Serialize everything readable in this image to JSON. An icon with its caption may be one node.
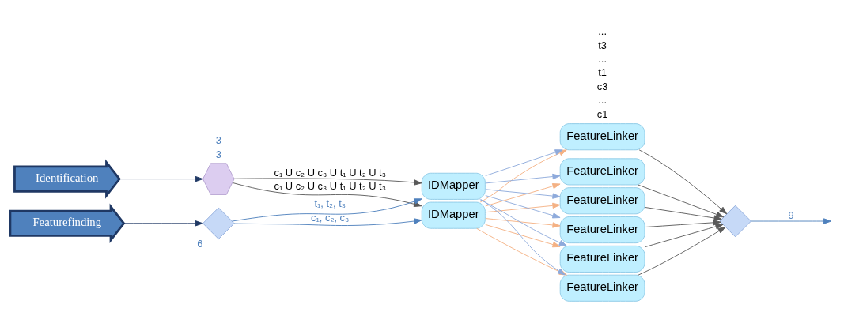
{
  "diagram": {
    "nodes": [
      {
        "text": [
          "Identification"
        ]
      },
      {
        "text": [
          "Featurefinding"
        ]
      },
      {
        "text": [],
        "shape": "hexagon"
      },
      {
        "text": [],
        "shape": "diamond",
        "beside": [
          "6"
        ]
      },
      {
        "text": [
          "IDMapper"
        ]
      },
      {
        "text": [
          "IDMapper"
        ]
      },
      {
        "text": [
          "FeatureLinker"
        ]
      },
      {
        "text": [
          "FeatureLinker"
        ]
      },
      {
        "text": [
          "FeatureLinker"
        ]
      },
      {
        "text": [
          "FeatureLinker"
        ]
      },
      {
        "text": [
          "FeatureLinker"
        ]
      },
      {
        "text": [
          "FeatureLinker"
        ]
      },
      {
        "text": [],
        "shape": "diamond"
      }
    ],
    "edges": [
      {
        "from": 0,
        "to": 2,
        "arrow": "to",
        "color": "#1f3864"
      },
      {
        "from": 1,
        "to": 3,
        "arrow": "to",
        "color": "#1f3864"
      },
      {
        "from": 2,
        "to": 4,
        "arrow": "to",
        "label": "c₁ U c₂ U c₃ U t₁ U t₂ U t₃"
      },
      {
        "from": 2,
        "to": 5,
        "arrow": "to",
        "label": "c₁ U c₂ U c₃ U t₁ U t₂ U t₃"
      },
      {
        "from": 3,
        "to": 4,
        "arrow": "to",
        "label": "c₁, c₂, c₃",
        "color": "#4f81bd"
      },
      {
        "from": 3,
        "to": 5,
        "arrow": "to",
        "label": "t₁, t₂, t₃",
        "color": "#4f81bd"
      },
      {
        "from": 4,
        "to": 6,
        "arrow": "to",
        "color": "#f4b183"
      },
      {
        "from": 4,
        "to": 7,
        "arrow": "to",
        "color": "#f4b183"
      },
      {
        "from": 4,
        "to": 8,
        "arrow": "to",
        "color": "#f4b183"
      },
      {
        "from": 4,
        "to": 9,
        "arrow": "to",
        "color": "#f4b183"
      },
      {
        "from": 4,
        "to": 10,
        "arrow": "to",
        "color": "#f4b183"
      },
      {
        "from": 4,
        "to": 11,
        "arrow": "to",
        "color": "#f4b183"
      },
      {
        "from": 5,
        "to": 6,
        "arrow": "to",
        "color": "#8eaadb"
      },
      {
        "from": 5,
        "to": 7,
        "arrow": "to",
        "color": "#8eaadb"
      },
      {
        "from": 5,
        "to": 8,
        "arrow": "to",
        "color": "#8eaadb"
      },
      {
        "from": 5,
        "to": 9,
        "arrow": "to",
        "color": "#8eaadb"
      },
      {
        "from": 5,
        "to": 10,
        "arrow": "to",
        "color": "#8eaadb"
      },
      {
        "from": 5,
        "to": 11,
        "arrow": "to",
        "color": "#8eaadb"
      },
      {
        "from": 6,
        "to": 12,
        "arrow": "to"
      },
      {
        "from": 7,
        "to": 12,
        "arrow": "to"
      },
      {
        "from": 8,
        "to": 12,
        "arrow": "to"
      },
      {
        "from": 9,
        "to": 12,
        "arrow": "to"
      },
      {
        "from": 10,
        "to": 12,
        "arrow": "to"
      },
      {
        "from": 11,
        "to": 12,
        "arrow": "to"
      },
      {
        "from": 12,
        "to": null,
        "arrow": "to",
        "label": "9",
        "color": "#4f81bd"
      }
    ],
    "labels": [
      "3",
      "3",
      "c1",
      "...",
      "c3",
      "t1",
      "...",
      "t3",
      "..."
    ]
  }
}
